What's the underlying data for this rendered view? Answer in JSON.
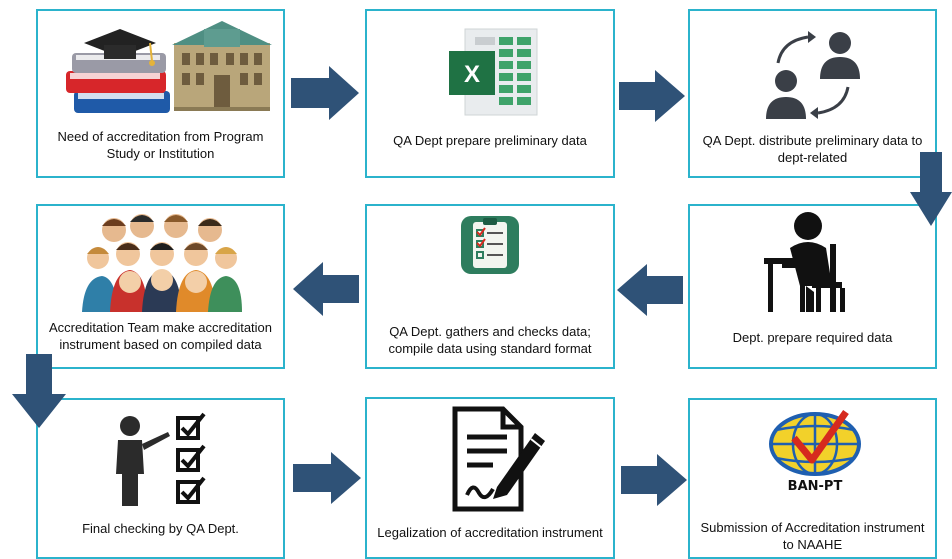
{
  "steps": [
    {
      "text": "Need of accreditation from Program Study or Institution",
      "icon": "books-and-building-icon"
    },
    {
      "text": "QA Dept prepare preliminary data",
      "icon": "excel-spreadsheet-icon"
    },
    {
      "text": "QA Dept. distribute preliminary data to dept-related",
      "icon": "people-exchange-icon"
    },
    {
      "text": "Dept. prepare required data",
      "icon": "person-at-desk-icon"
    },
    {
      "text": "QA Dept. gathers and checks  data; compile data using standard format",
      "icon": "checklist-clipboard-icon"
    },
    {
      "text": "Accreditation Team make accreditation instrument based on compiled data",
      "icon": "team-group-icon"
    },
    {
      "text": "Final checking by QA Dept.",
      "icon": "presenter-checklist-icon"
    },
    {
      "text": "Legalization of accreditation instrument",
      "icon": "document-signing-icon"
    },
    {
      "text": "Submission of Accreditation instrument to NAAHE",
      "icon": "ban-pt-logo"
    }
  ],
  "logo": {
    "text": "BAN-PT"
  },
  "colors": {
    "border": "#2bb3cc",
    "arrow": "#2f5277",
    "excel": "#1f7244",
    "logo_red": "#d62a1e",
    "logo_blue": "#1f5fb0",
    "logo_yellow": "#f2d12a"
  }
}
